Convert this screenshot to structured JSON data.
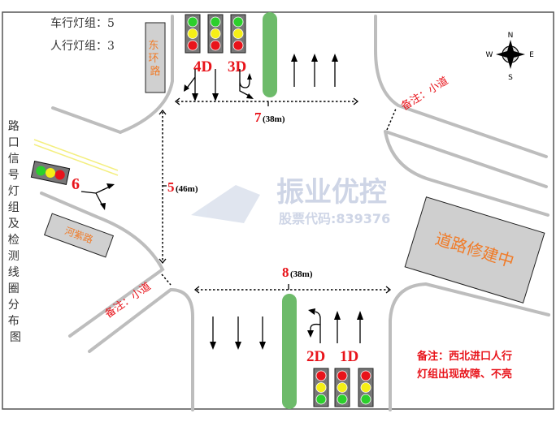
{
  "counts": {
    "vehicle_groups": "车行灯组：5",
    "pedestrian_groups": "人行灯组：3"
  },
  "side_title": [
    "路",
    "口",
    "信",
    "号",
    "灯",
    "组",
    "及",
    "检",
    "测",
    "线",
    "圈",
    "分",
    "布",
    "图"
  ],
  "roads": {
    "east_ring": [
      "东",
      "环",
      "路"
    ],
    "hezi": "河紫路",
    "construction": "道路修建中"
  },
  "groups": {
    "g4": "4D",
    "g3": "3D",
    "g2": "2D",
    "g1": "1D",
    "g6": "6"
  },
  "detectors": [
    {
      "id": "7",
      "length": "(38m)"
    },
    {
      "id": "5",
      "length": "(46m)"
    },
    {
      "id": "8",
      "length": "(38m)"
    }
  ],
  "notes": {
    "alley_ne": "备注：小道",
    "alley_sw": "备注：小道",
    "fault_line1": "备注：西北进口人行",
    "fault_line2": "灯组出现故障、不亮"
  },
  "compass": {
    "n": "N",
    "s": "S",
    "e": "E",
    "w": "W"
  },
  "watermark": {
    "name": "振业优控",
    "code": "股票代码:839376"
  },
  "colors": {
    "red_light": "#e8141b",
    "yellow_light": "#f5ef17",
    "green_light": "#2ccf2c",
    "median": "#6dbb6a",
    "curb": "#bdbdbd"
  }
}
